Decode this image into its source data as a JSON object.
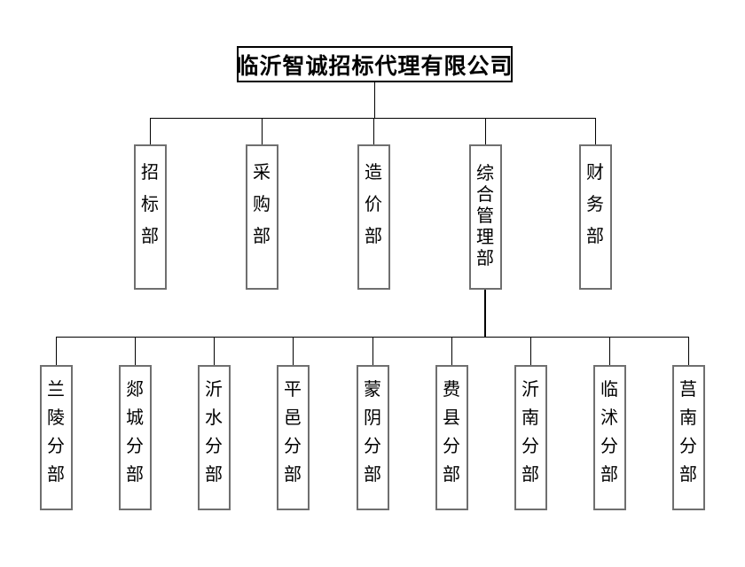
{
  "org": {
    "title": "临沂智诚招标代理有限公司",
    "departments": [
      "招标部",
      "采购部",
      "造价部",
      "综合管理部",
      "财务部"
    ],
    "branches_parent": "综合管理部",
    "branches": [
      "兰陵分部",
      "郯城分部",
      "沂水分部",
      "平邑分部",
      "蒙阴分部",
      "费县分部",
      "沂南分部",
      "临沭分部",
      "莒南分部"
    ],
    "colors": {
      "background": "#ffffff",
      "text": "#000000",
      "title_border": "#000000",
      "box_border": "#6f6f6f",
      "connector_line": "#000000"
    }
  }
}
